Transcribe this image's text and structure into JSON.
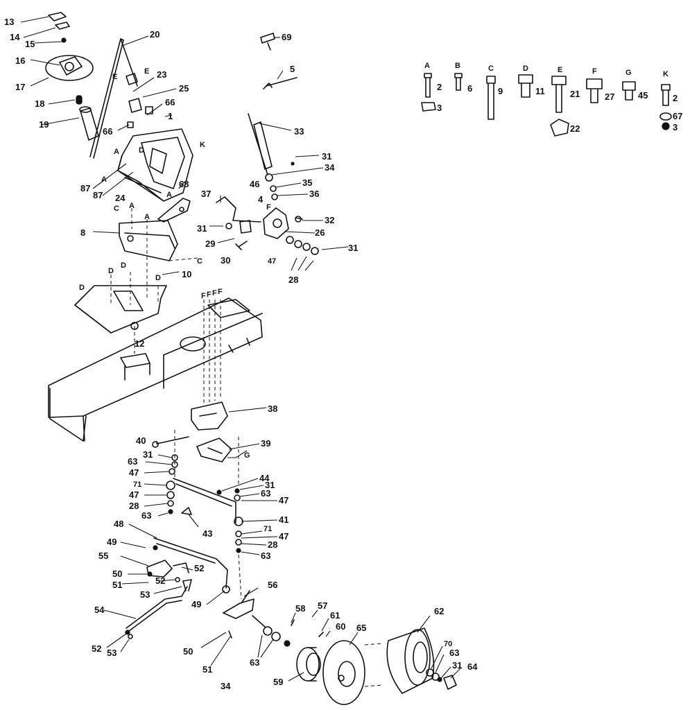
{
  "callouts": {
    "c13": "13",
    "c14": "14",
    "c15": "15",
    "c16": "16",
    "c17": "17",
    "c18": "18",
    "c19": "19",
    "c20": "20",
    "c23": "23",
    "c25": "25",
    "c66a": "66",
    "c66b": "66",
    "c1": "1",
    "c87a": "87",
    "c87b": "87",
    "c24": "24",
    "c68": "68",
    "c8": "8",
    "c10": "10",
    "c12": "12",
    "c69": "69",
    "c5": "5",
    "c33": "33",
    "c31a": "31",
    "c34a": "34",
    "c46": "46",
    "c35": "35",
    "c36": "36",
    "c37": "37",
    "c4": "4",
    "c32": "32",
    "c31b": "31",
    "c26": "26",
    "c29": "29",
    "c30": "30",
    "c47a": "47",
    "c31c": "31",
    "c28a": "28",
    "c38": "38",
    "c40": "40",
    "c39": "39",
    "c31d": "31",
    "c63a": "63",
    "c47b": "47",
    "c71a": "71",
    "c47c": "47",
    "c28b": "28",
    "c63b": "63",
    "c44": "44",
    "c31e": "31",
    "c63c": "63",
    "c47d": "47",
    "c43": "43",
    "c41": "41",
    "c71b": "71",
    "c47e": "47",
    "c28c": "28",
    "c63d": "63",
    "c48": "48",
    "c49a": "49",
    "c55": "55",
    "c52a": "52",
    "c50a": "50",
    "c52b": "52",
    "c51a": "51",
    "c53a": "53",
    "c49b": "49",
    "c56": "56",
    "c54": "54",
    "c52c": "52",
    "c53b": "53",
    "c50b": "50",
    "c51b": "51",
    "c34b": "34",
    "c63e": "63",
    "c58": "58",
    "c57": "57",
    "c61": "61",
    "c60": "60",
    "c65": "65",
    "c59": "59",
    "c62": "62",
    "c70": "70",
    "c63f": "63",
    "c31f": "31",
    "c64": "64"
  },
  "letters": {
    "e1": "E",
    "e2": "E",
    "k1": "K",
    "d1": "D",
    "a1": "A",
    "a2": "A",
    "a3": "A",
    "c1l": "C",
    "a4": "A",
    "a5": "A",
    "c2l": "C",
    "d2": "D",
    "d3": "D",
    "d4": "D",
    "d5": "D",
    "f1": "F",
    "f2": "F",
    "f3": "F",
    "f4": "F",
    "g1": "G",
    "f5": "F"
  },
  "hardware": [
    {
      "letter": "A",
      "part": "2",
      "extra": "3"
    },
    {
      "letter": "B",
      "part": "6"
    },
    {
      "letter": "C",
      "part": "9"
    },
    {
      "letter": "D",
      "part": "11"
    },
    {
      "letter": "E",
      "part": "21",
      "extra": "22"
    },
    {
      "letter": "F",
      "part": "27"
    },
    {
      "letter": "G",
      "part": "45"
    },
    {
      "letter": "K",
      "part": "2",
      "extra": "67",
      "extra2": "3"
    }
  ]
}
